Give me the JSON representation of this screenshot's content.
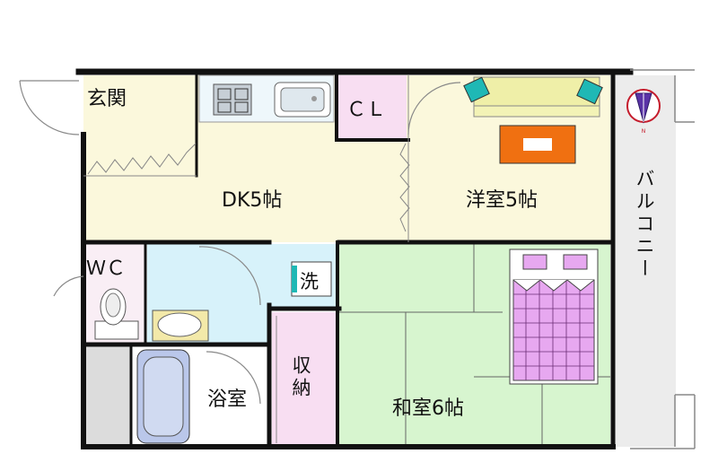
{
  "rooms": {
    "entrance": "玄関",
    "dk": "DK5帖",
    "closet": "ＣＬ",
    "western": "洋室5帖",
    "balcony": "バルコニー",
    "wc": "ＷＣ",
    "washer": "洗",
    "storage": "収納",
    "bath": "浴室",
    "japanese": "和室6帖"
  },
  "colors": {
    "wall": "#111111",
    "dk_floor": "#fbf8dc",
    "western_floor": "#fbf8dc",
    "closet_floor": "#f8def2",
    "storage_floor": "#f8def2",
    "wc_floor": "#f9eef5",
    "washroom_floor": "#d7f2fa",
    "bath_floor": "#e7e7e7",
    "japanese_floor": "#d7f5cf",
    "balcony_floor": "#ececec",
    "sofa": "#efefa8",
    "cushion": "#1fb8b5",
    "table": "#f07011",
    "bed_cover": "#e7a8f0",
    "bathtub": "#bac7ea",
    "sink": "#f3e9a9",
    "compass": "#5a33a6"
  },
  "icons": [
    "compass-icon",
    "sofa-icon",
    "table-icon",
    "bed-icon",
    "stove-icon",
    "kitchen-sink-icon",
    "toilet-icon",
    "washbasin-icon",
    "bathtub-icon"
  ]
}
